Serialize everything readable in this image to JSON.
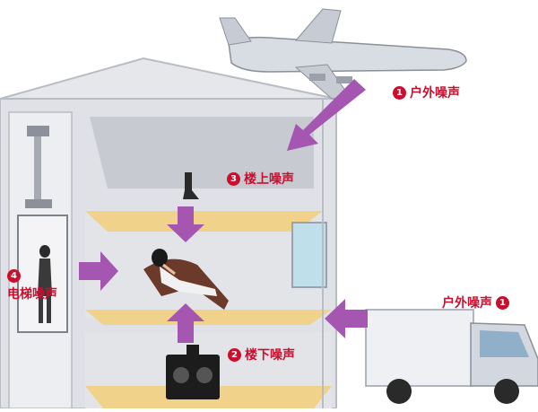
{
  "labels": {
    "outdoor_top": {
      "num": "1",
      "text": "户外噪声"
    },
    "upstairs": {
      "num": "3",
      "text": "楼上噪声"
    },
    "elevator": {
      "num": "4",
      "text": "电梯噪声"
    },
    "downstairs": {
      "num": "2",
      "text": "楼下噪声"
    },
    "outdoor_right": {
      "num": "1",
      "text": "户外噪声"
    }
  },
  "colors": {
    "arrow": "#a556b0",
    "label": "#c8102e",
    "wall": "#d9dbe0",
    "floor": "#f0d28a",
    "sky_floor": "#c9ccd3"
  },
  "icons": [
    "airplane-icon",
    "truck-icon",
    "high-heel-icon",
    "speaker-icon",
    "elevator-icon",
    "woman-figure-icon"
  ]
}
